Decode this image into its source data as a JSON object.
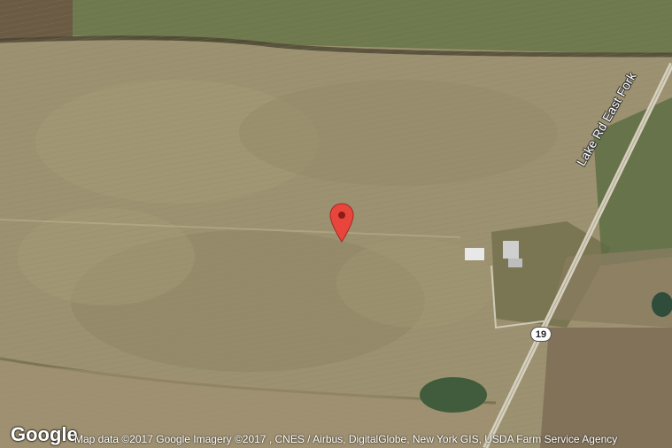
{
  "map": {
    "road_label": "Lake Rd East Fork",
    "route_shield": "19",
    "logo": "Google",
    "attribution": "Map data ©2017 Google  Imagery ©2017 , CNES / Airbus, DigitalGlobe, New York GIS, USDA Farm Service Agency",
    "marker_icon": "map-pin-icon",
    "colors": {
      "marker": "#e8453c",
      "field": "#9a8f6c",
      "crop": "#6f7a4e",
      "road": "#d9d3c1",
      "water": "#3f5a3a"
    }
  }
}
